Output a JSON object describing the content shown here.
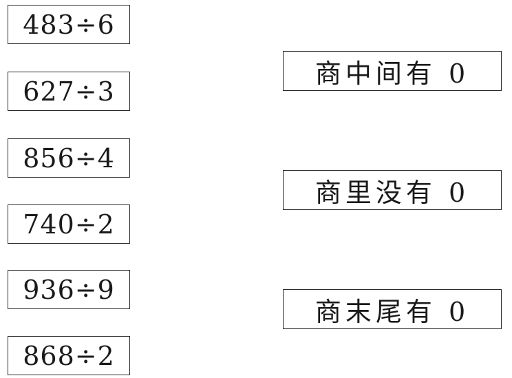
{
  "expressions": [
    "483÷6",
    "627÷3",
    "856÷4",
    "740÷2",
    "936÷9",
    "868÷2"
  ],
  "categories": [
    "商中间有 0",
    "商里没有 0",
    "商末尾有 0"
  ]
}
